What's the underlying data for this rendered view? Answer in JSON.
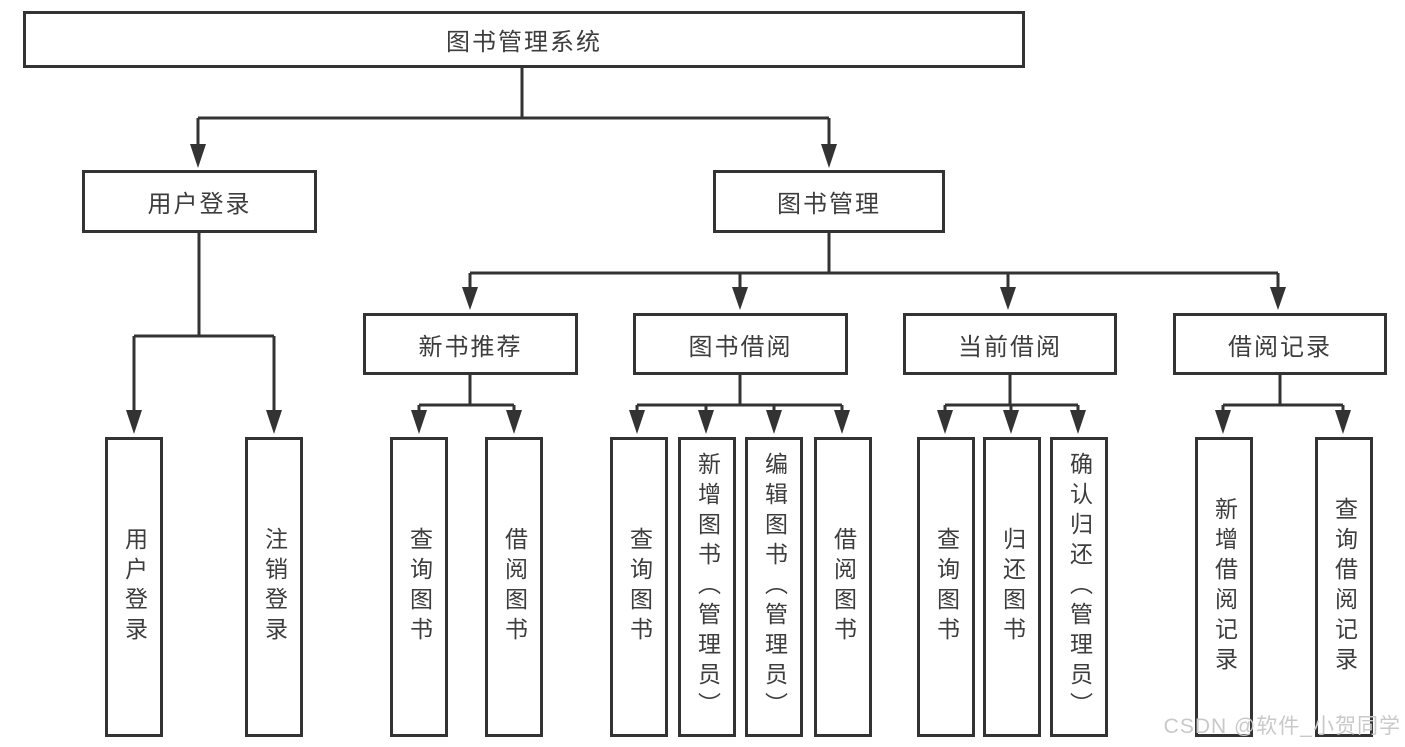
{
  "colors": {
    "background": "#ffffff",
    "line": "#333333",
    "box_border": "#333333",
    "box_fill": "#ffffff",
    "text": "#3d3d3d",
    "watermark": "#c9c9c9"
  },
  "diagram": {
    "root": {
      "label": "图书管理系统",
      "children": [
        {
          "label": "用户登录",
          "children": [
            {
              "label": "用户登录"
            },
            {
              "label": "注销登录"
            }
          ]
        },
        {
          "label": "图书管理",
          "children": [
            {
              "label": "新书推荐",
              "children": [
                {
                  "label": "查询图书"
                },
                {
                  "label": "借阅图书"
                }
              ]
            },
            {
              "label": "图书借阅",
              "children": [
                {
                  "label": "查询图书"
                },
                {
                  "label": "新增图书（管理员）"
                },
                {
                  "label": "编辑图书（管理员）"
                },
                {
                  "label": "借阅图书"
                }
              ]
            },
            {
              "label": "当前借阅",
              "children": [
                {
                  "label": "查询图书"
                },
                {
                  "label": "归还图书"
                },
                {
                  "label": "确认归还（管理员）"
                }
              ]
            },
            {
              "label": "借阅记录",
              "children": [
                {
                  "label": "新增借阅记录"
                },
                {
                  "label": "查询借阅记录"
                }
              ]
            }
          ]
        }
      ]
    }
  },
  "watermark": {
    "text": "CSDN @软件_小贺同学"
  }
}
